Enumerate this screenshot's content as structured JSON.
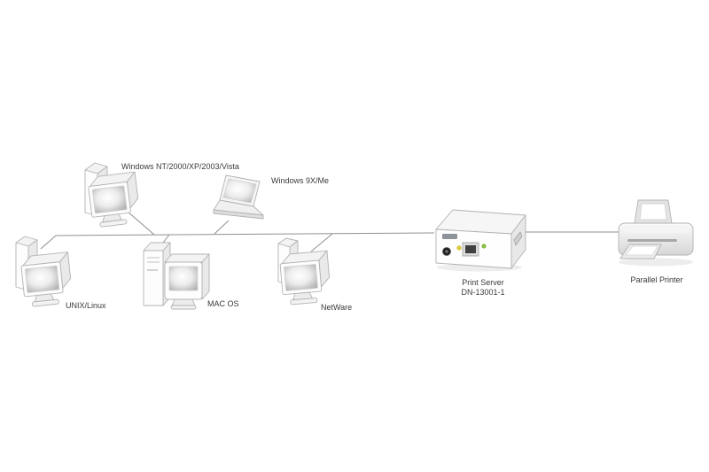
{
  "diagram": {
    "type": "network-topology",
    "description": "Client systems connected over a network bus to a print server driving a parallel printer",
    "nodes": [
      {
        "id": "windows-nt-pc",
        "device": "desktop-computer",
        "label": "Windows NT/2000/XP/2003/Vista"
      },
      {
        "id": "windows-9x-laptop",
        "device": "laptop",
        "label": "Windows 9X/Me"
      },
      {
        "id": "unix-linux-pc",
        "device": "desktop-computer",
        "label": "UNIX/Linux"
      },
      {
        "id": "mac-os-pc",
        "device": "desktop-computer",
        "label": "MAC OS"
      },
      {
        "id": "netware-pc",
        "device": "desktop-computer",
        "label": "NetWare"
      },
      {
        "id": "print-server",
        "device": "print-server-box",
        "label": "Print Server",
        "model": "DN-13001-1"
      },
      {
        "id": "parallel-printer",
        "device": "printer",
        "label": "Parallel Printer"
      }
    ],
    "edges": [
      {
        "from": "windows-nt-pc",
        "to": "network-bus"
      },
      {
        "from": "windows-9x-laptop",
        "to": "network-bus"
      },
      {
        "from": "unix-linux-pc",
        "to": "network-bus"
      },
      {
        "from": "mac-os-pc",
        "to": "network-bus"
      },
      {
        "from": "netware-pc",
        "to": "network-bus"
      },
      {
        "from": "network-bus",
        "to": "print-server"
      },
      {
        "from": "print-server",
        "to": "parallel-printer"
      }
    ],
    "colors": {
      "background": "#ffffff",
      "line": "#8f8f8f",
      "device_stroke": "#b3b3b3",
      "device_fill": "#fcfcfc",
      "label_text": "#3a3a3a",
      "led_green": "#8cc63f",
      "led_yellow": "#e6d22e",
      "port_dark": "#404040"
    }
  }
}
